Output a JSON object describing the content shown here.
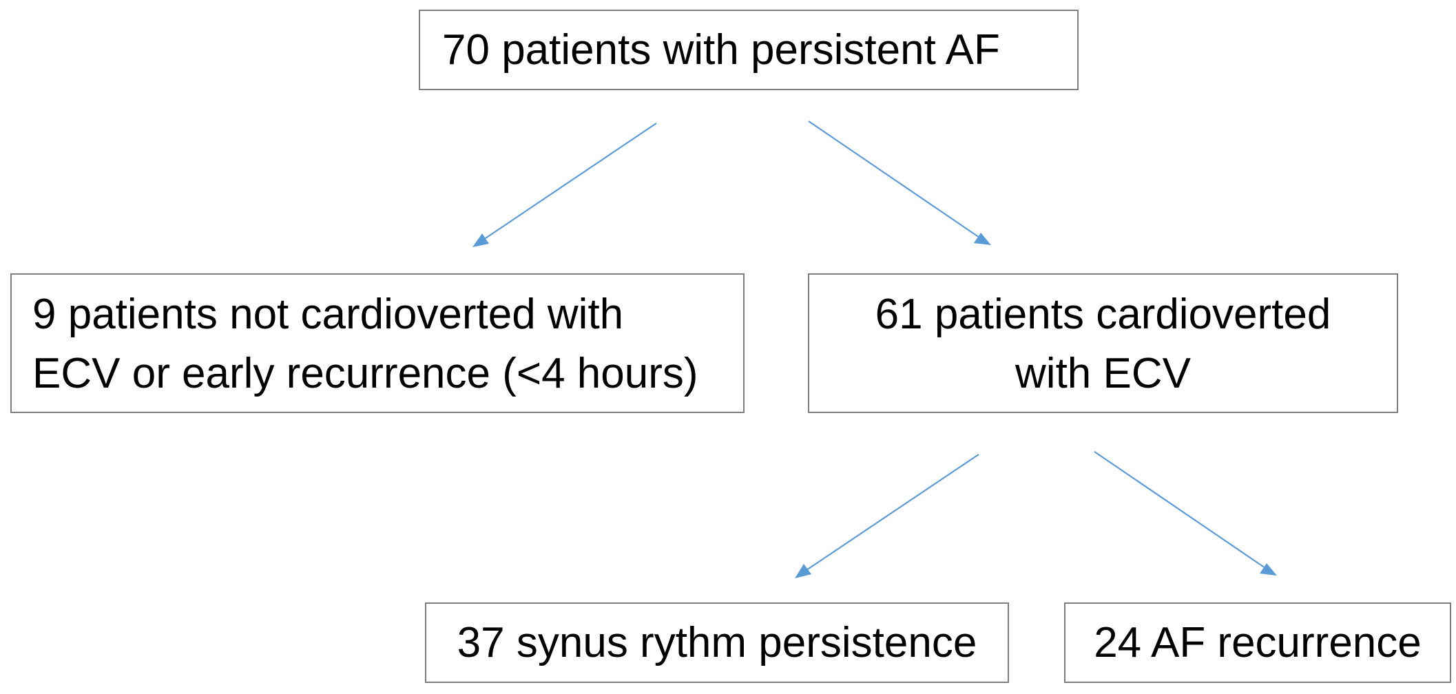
{
  "nodes": {
    "top": {
      "text": "70 patients with persistent AF"
    },
    "left": {
      "lines": [
        "9 patients not cardioverted with",
        "ECV or early recurrence (<4 hours)"
      ]
    },
    "right": {
      "lines": [
        "61 patients cardioverted",
        "with ECV"
      ]
    },
    "bottom_left": {
      "text": "37 synus rythm persistence"
    },
    "bottom_right": {
      "text": "24 AF recurrence"
    }
  },
  "edges": [
    {
      "from": "top",
      "to": "left"
    },
    {
      "from": "top",
      "to": "right"
    },
    {
      "from": "right",
      "to": "bottom_left"
    },
    {
      "from": "right",
      "to": "bottom_right"
    }
  ],
  "colors": {
    "arrow": "#5b9bd5",
    "box_border": "#7f7f7f",
    "text": "#000000"
  }
}
